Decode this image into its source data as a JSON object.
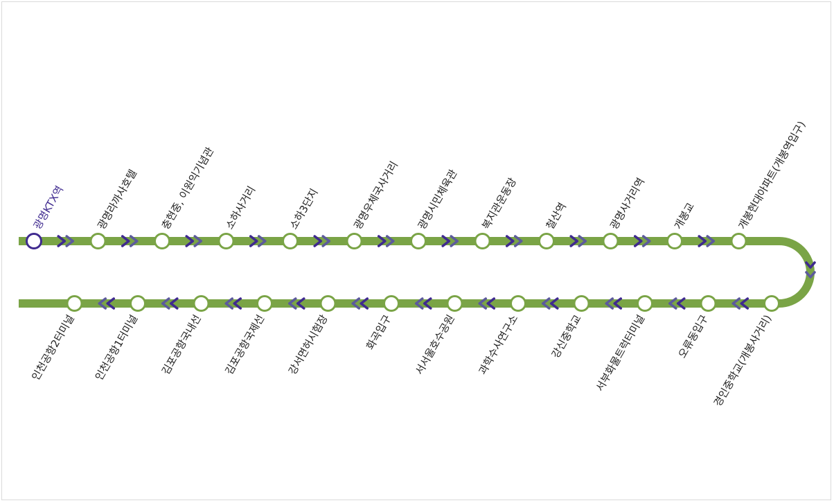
{
  "colors": {
    "line": "#7aa446",
    "station_fill": "#ffffff",
    "current_station": "#3f2a8f",
    "arrow_dark": "#3f2a8f",
    "arrow_light": "#5c5a9c",
    "label": "#222222"
  },
  "icons": {
    "direction_marker": "double-chevron-icon",
    "station_marker": "circle-station-icon"
  },
  "route": {
    "current_station": "광명KTX역",
    "top_row": [
      "광명KTX역",
      "광명라까사호텔",
      "충현중, 이원익기념관",
      "소하사거리",
      "소하3단지",
      "광명우체국사거리",
      "광명시민체육관",
      "복지관운동장",
      "철산역",
      "광명사거리역",
      "개봉교",
      "개봉현대아파트(개봉역입구)"
    ],
    "bottom_row": [
      "경인중학교(개봉사거리)",
      "오류동입구",
      "서부화물트럭터미널",
      "강신중학교",
      "과학수사연구소",
      "서서울호수공원",
      "화곡입구",
      "강서면허시험장",
      "김포공항국제선",
      "김포공항국내선",
      "인천공항1터미널",
      "인천공항2터미널"
    ]
  }
}
